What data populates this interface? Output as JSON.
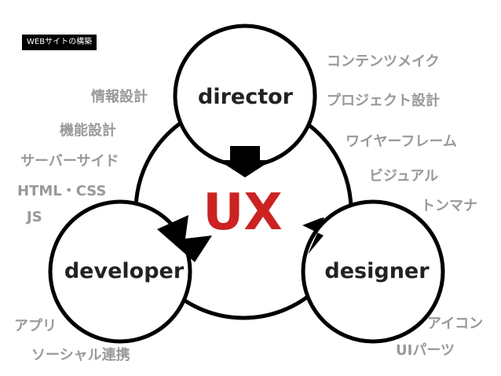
{
  "badge": "WEBサイトの構築",
  "center": {
    "label": "UX",
    "color": "#cc2222"
  },
  "roles": {
    "director": "director",
    "developer": "developer",
    "designer": "designer"
  },
  "director_tasks": [
    "コンテンツメイク",
    "プロジェクト設計",
    "ワイヤーフレーム"
  ],
  "left_tasks": [
    "情報設計",
    "機能設計",
    "サーバーサイド",
    "HTML・CSS",
    "JS"
  ],
  "designer_tasks": [
    "ビジュアル",
    "トンマナ",
    "アイコン",
    "UIパーツ"
  ],
  "developer_tasks": [
    "アプリ",
    "ソーシャル連携"
  ],
  "colors": {
    "label_gray": "#999999",
    "stroke": "#000000"
  }
}
